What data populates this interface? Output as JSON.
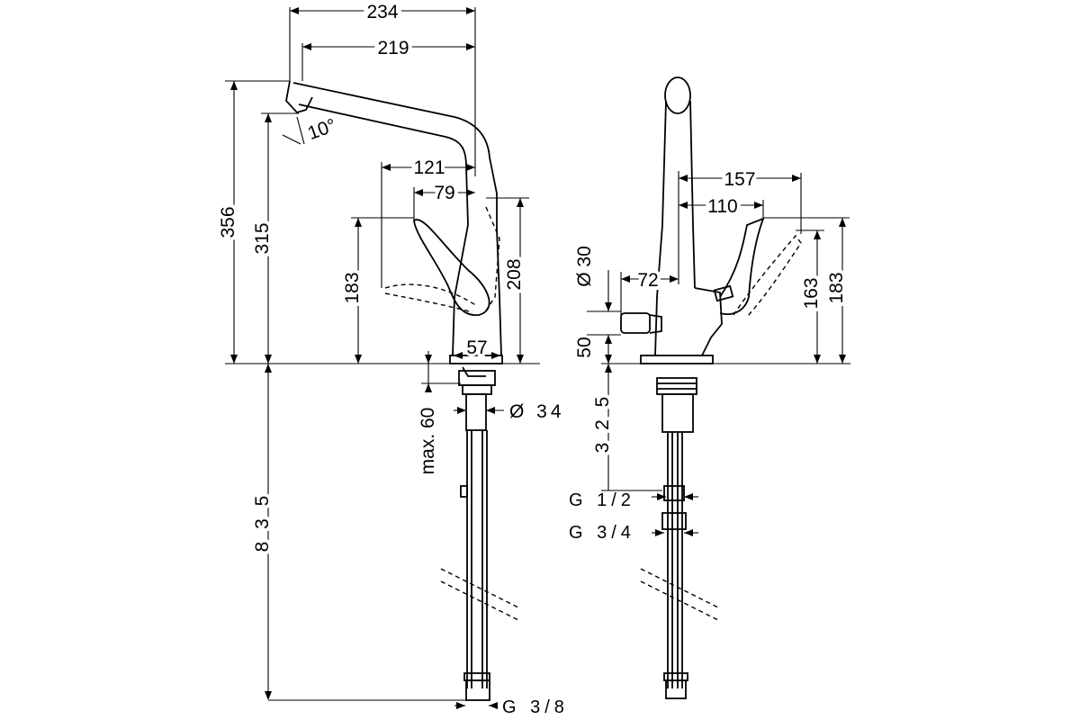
{
  "drawing": {
    "side_view": {
      "dims": {
        "width_total": "234",
        "width_spout": "219",
        "spout_angle": "10°",
        "lever_reach_1": "121",
        "lever_reach_2": "79",
        "height_total": "356",
        "height_outlet": "315",
        "lever_height": "183",
        "lever_tip_height": "208",
        "base_width": "57",
        "counter_thickness": "max. 60",
        "shank_diameter": "Ø 34",
        "hose_length": "8 3 5",
        "hose_thread": "G 3/8"
      }
    },
    "front_view": {
      "dims": {
        "lever_span_1": "157",
        "lever_span_2": "110",
        "spray_diameter": "Ø 30",
        "spray_offset": "72",
        "spray_height": "50",
        "lever_height_1": "163",
        "lever_height_2": "183",
        "connection_depth": "3 2 5",
        "thread_half": "G 1/2",
        "thread_three_quarter": "G 3/4"
      }
    }
  }
}
